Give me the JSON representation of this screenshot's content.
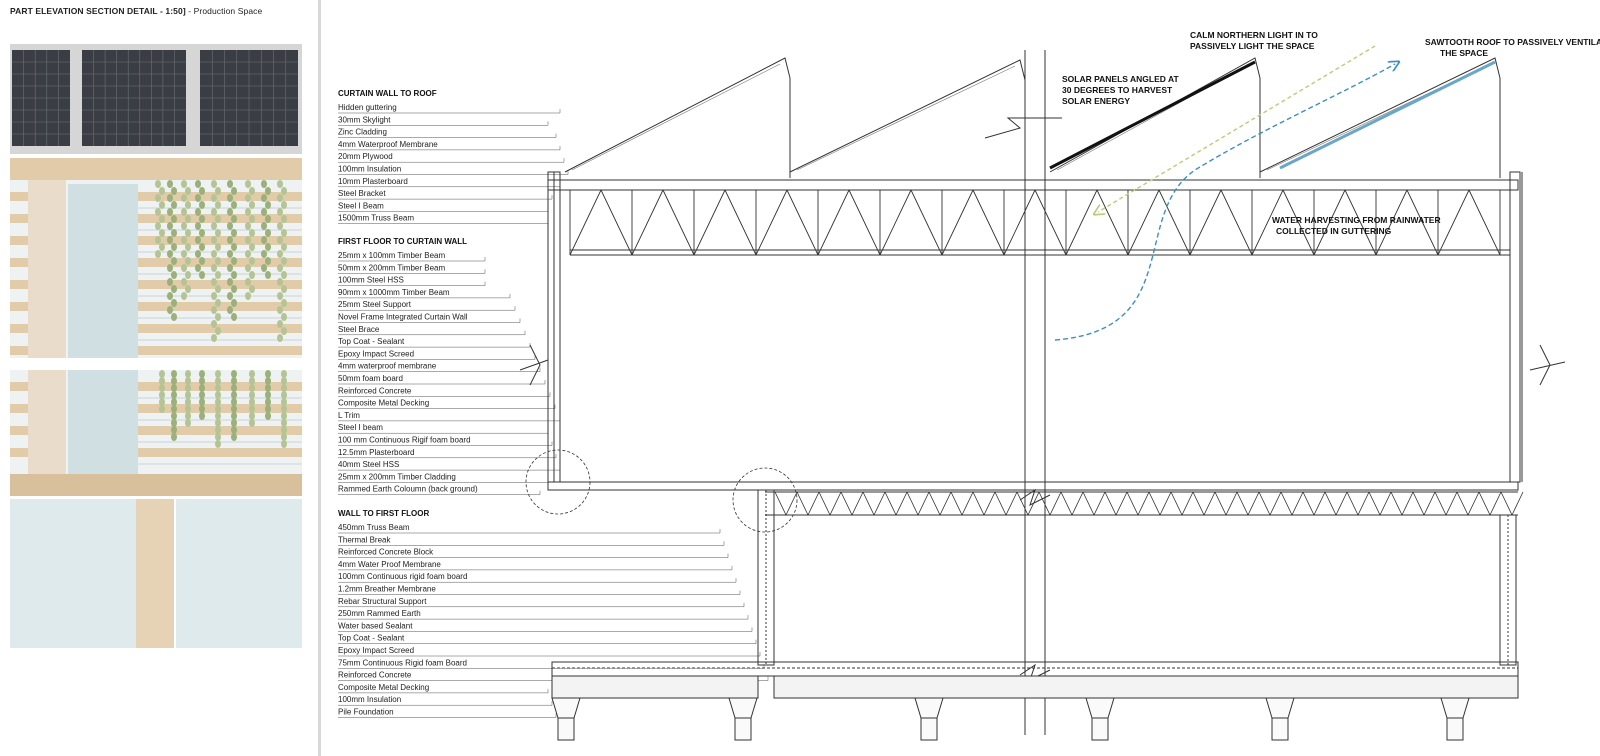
{
  "title": {
    "main": "PART ELEVATION SECTION DETAIL - 1:50]",
    "sub": " -  Production Space"
  },
  "groups": [
    {
      "header": "CURTAIN WALL TO ROOF",
      "items": [
        "Hidden guttering",
        "30mm Skylight",
        "Zinc Cladding",
        "4mm Waterproof Membrane",
        "20mm Plywood",
        "100mm Insulation",
        "10mm Plasterboard",
        "Steel Bracket",
        "Steel I Beam",
        "1500mm Truss Beam"
      ]
    },
    {
      "header": "FIRST FLOOR TO CURTAIN WALL",
      "items": [
        "25mm x 100mm Timber Beam",
        "50mm x 200mm Timber Beam",
        "100mm Steel HSS",
        "90mm x 1000mm Timber Beam",
        "25mm Steel Support",
        "Novel Frame Integrated Curtain Wall",
        "Steel Brace",
        "Top Coat - Sealant",
        "Epoxy Impact Screed",
        "4mm waterproof membrane",
        "50mm foam board",
        "Reinforced Concrete",
        "Composite Metal Decking",
        "L Trim",
        "Steel I beam",
        "100 mm Continuous Rigif foam board",
        "12.5mm Plasterboard",
        "40mm Steel HSS",
        "25mm x 200mm Timber Cladding",
        "Rammed Earth Coloumn (back ground)"
      ]
    },
    {
      "header": "WALL TO FIRST FLOOR",
      "items": [
        "450mm Truss Beam",
        "Thermal Break",
        "Reinforced Concrete Block",
        "4mm Water Proof Membrane",
        "100mm Continuous rigid foam board",
        "1.2mm Breather Membrane",
        "Rebar Structural Support",
        "250mm Rammed Earth",
        "Water based Sealant",
        "Top Coat - Sealant",
        "Epoxy Impact Screed",
        "75mm Continuous Rigid foam Board",
        "Reinforced Concrete",
        "Composite Metal Decking",
        "100mm Insulation",
        "Pile Foundation"
      ]
    }
  ],
  "annotations": {
    "solar": [
      "SOLAR PANELS ANGLED AT",
      "30 DEGREES TO HARVEST",
      "SOLAR ENERGY"
    ],
    "light": [
      "CALM NORTHERN LIGHT IN TO",
      "PASSIVELY LIGHT THE SPACE"
    ],
    "vent": [
      "SAWTOOTH ROOF TO PASSIVELY VENTILATE",
      "THE SPACE"
    ],
    "water": [
      "WATER HARVESTING FROM RAINWATER",
      "COLLECTED IN GUTTERING"
    ]
  },
  "colors": {
    "line": "#333333",
    "light_ray": "#b8cc7a",
    "vent_air": "#3d8fc0",
    "glass": "#dfe8ea",
    "timber": "#e6d2b4",
    "solar_panel": "#3b3f45",
    "concrete_band": "#d9d9d9"
  }
}
